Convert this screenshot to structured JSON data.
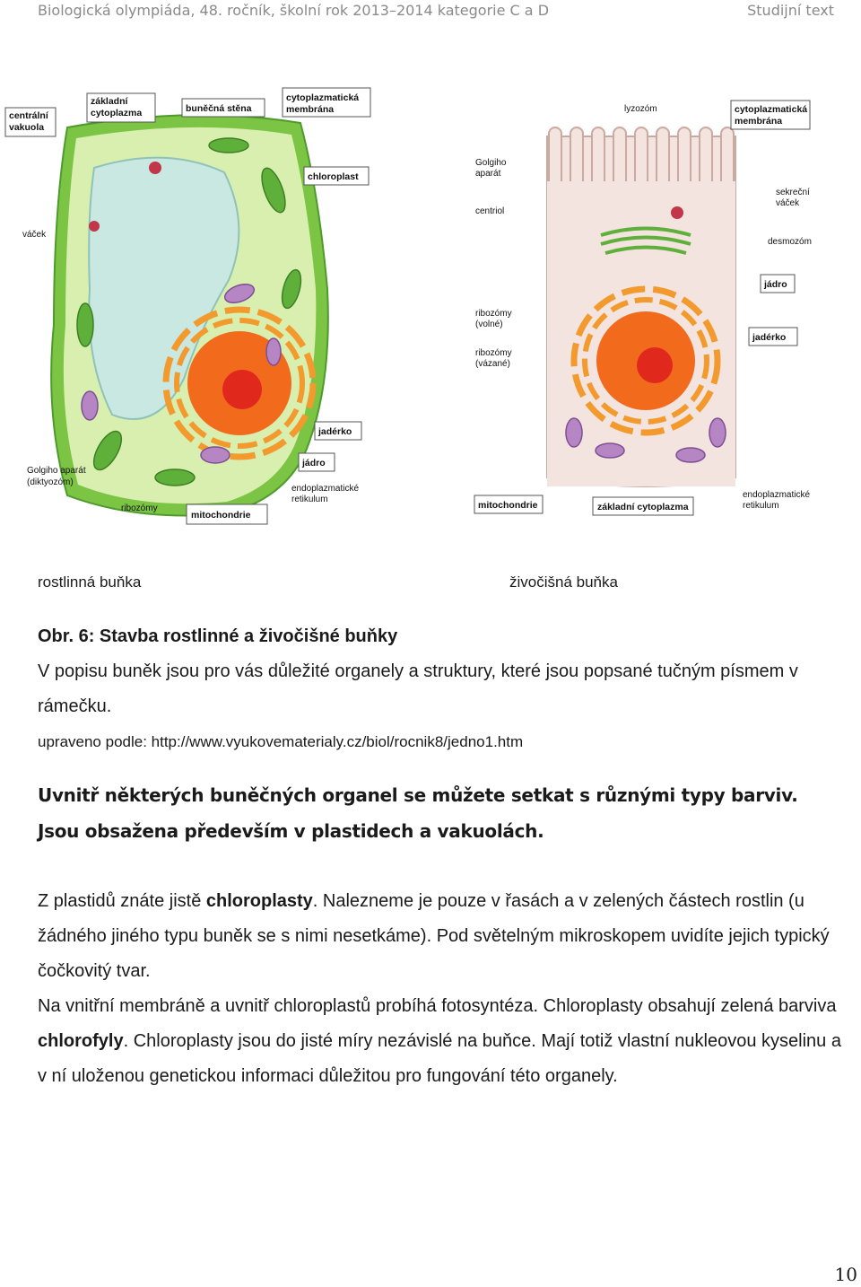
{
  "header": {
    "left": "Biologická olympiáda, 48. ročník, školní rok 2013–2014   kategorie C a D",
    "right": "Studijní text"
  },
  "plant_cell": {
    "caption": "rostlinná buňka",
    "labels": {
      "central_vacuole": [
        "centrální",
        "vakuola"
      ],
      "basic_cytoplasm": [
        "základní",
        "cytoplazma"
      ],
      "cell_wall": "buněčná stěna",
      "cytoplasmic_membrane": [
        "cytoplazmatická",
        "membrána"
      ],
      "chloroplast": "chloroplast",
      "vesicle": "váček",
      "nucleolus": "jadérko",
      "nucleus": "jádro",
      "golgi": [
        "Golgiho aparát",
        "(diktyozóm)"
      ],
      "ribosomes": "ribozómy",
      "mitochondria": "mitochondrie",
      "er": [
        "endoplazmatické",
        "retikulum"
      ]
    }
  },
  "animal_cell": {
    "caption": "živočišná buňka",
    "labels": {
      "lysosome": "lyzozóm",
      "cytoplasmic_membrane": [
        "cytoplazmatická",
        "membrána"
      ],
      "golgi": [
        "Golgiho",
        "aparát"
      ],
      "centriole": "centriol",
      "secretory_vesicle": [
        "sekreční",
        "váček"
      ],
      "desmosome": "desmozóm",
      "nucleus": "jádro",
      "ribosomes_free": [
        "ribozómy",
        "(volné)"
      ],
      "nucleolus": "jadérko",
      "ribosomes_bound": [
        "ribozómy",
        "(vázané)"
      ],
      "mitochondria": "mitochondrie",
      "basic_cytoplasm": "základní cytoplazma",
      "er": [
        "endoplazmatické",
        "retikulum"
      ]
    }
  },
  "figure_title": "Obr. 6: Stavba rostlinné a živočišné buňky",
  "figure_desc": "V popisu buněk jsou pro vás důležité organely a struktury, které jsou popsané tučným písmem v rámečku.",
  "source": "upraveno podle: http://www.vyukovematerialy.cz/biol/rocnik8/jedno1.htm",
  "bold_paragraph": "Uvnitř některých buněčných organel se můžete setkat s různými typy barviv. Jsou obsažena především v plastidech a vakuolách.",
  "body": {
    "p1_a": "Z plastidů znáte jistě ",
    "p1_b": "chloroplasty",
    "p1_c": ". Nalezneme je pouze v řasách a v zelených částech rostlin (u žádného jiného typu buněk se s nimi nesetkáme). Pod světelným mikroskopem uvidíte jejich typický čočkovitý tvar.",
    "p2_a": "Na vnitřní membráně a uvnitř chloroplastů probíhá fotosyntéza. Chloroplasty obsahují zelená barviva ",
    "p2_b": "chlorofyly",
    "p2_c": ". Chloroplasty jsou do jisté míry nezávislé na buňce. Mají totiž vlastní nukleovou kyselinu a v ní uloženou genetickou informaci důležitou pro fungování této organely."
  },
  "page_number": "10",
  "colors": {
    "plant_wall": "#7cc444",
    "plant_cytoplasm": "#d8efb0",
    "vacuole": "#c9e8e2",
    "nucleus": "#f26b1d",
    "er": "#f39a2e",
    "animal_cytoplasm": "#f3e4df",
    "mito": "#b585c4"
  }
}
